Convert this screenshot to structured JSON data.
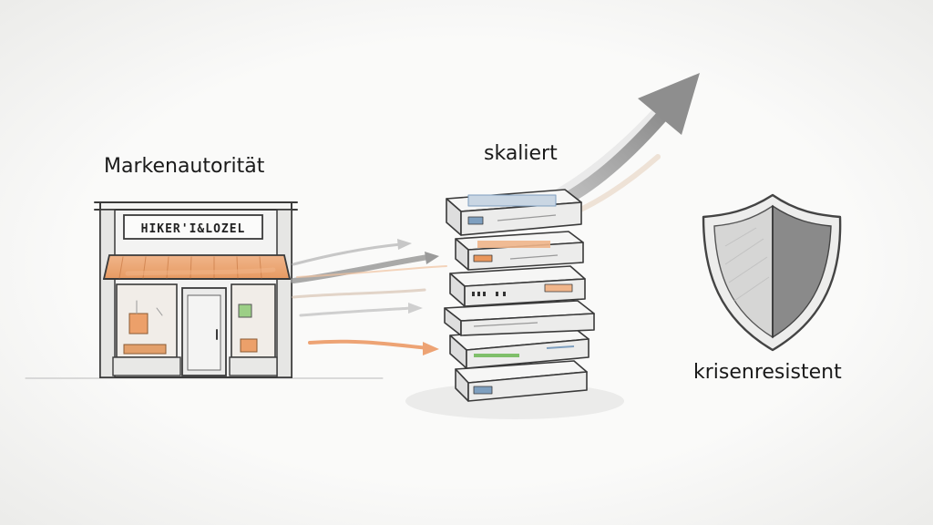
{
  "labels": {
    "brand_authority": "Markenautorität",
    "scales": "skaliert",
    "crisis_resistant": "krisenresistent"
  },
  "storefront": {
    "sign_text": "HIKER'I&LOZEL"
  },
  "colors": {
    "background": "#f9f9f8",
    "ink": "#3a3a3a",
    "accent_orange": "#e9975c",
    "accent_blue": "#7e9fbf",
    "accent_green": "#7fbf6a",
    "arrow_gray": "#9a9a9a",
    "shield_dark": "#8a8a8a",
    "shield_light": "#d8d8d8"
  },
  "icons": [
    "storefront-icon",
    "server-stack-icon",
    "growth-arrow-icon",
    "shield-icon"
  ]
}
